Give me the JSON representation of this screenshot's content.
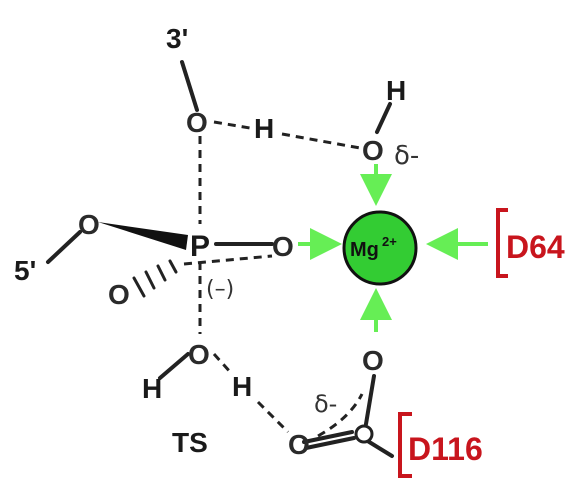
{
  "labels": {
    "o3_prime": "3'",
    "o5_prime": "5'",
    "phosphorus": "P",
    "charge_minus": "(–)",
    "mg_ion": "Mg",
    "mg_charge": "2+",
    "water_h_top": "H",
    "h_bridge_top": "H",
    "delta_top": "δ-",
    "h_nucleophile": "H",
    "h_bridge_bottom": "H",
    "delta_bottom": "δ-",
    "transition_state": "TS",
    "residue_d64": "D64",
    "residue_d116": "D116",
    "oxygen": "O"
  },
  "colors": {
    "mg_fill": "#33cc33",
    "coordination_arrow": "#66ee55",
    "residue_red": "#c8151d"
  }
}
